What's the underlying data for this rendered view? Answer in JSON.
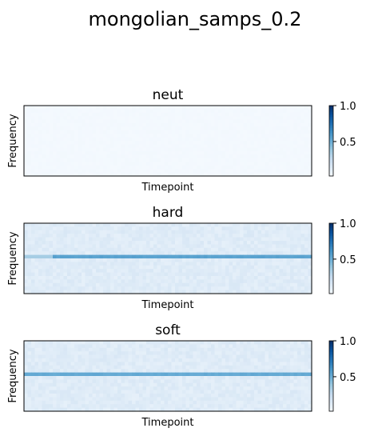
{
  "chart_data": {
    "title": "mongolian_samps_0.2",
    "type": "heatmap",
    "colormap": "Blues",
    "panels": [
      {
        "title": "neut",
        "xlabel": "Timepoint",
        "ylabel": "Frequency",
        "colorbar": {
          "ticks": [
            "1.0",
            "0.5"
          ],
          "range": [
            0.02,
            1.0
          ]
        },
        "rows": 20,
        "cols": 80,
        "background_value": 0.02,
        "noise": 0.005,
        "highlight_row": null,
        "highlight_value": null
      },
      {
        "title": "hard",
        "xlabel": "Timepoint",
        "ylabel": "Frequency",
        "colorbar": {
          "ticks": [
            "1.0",
            "0.5"
          ],
          "range": [
            0.02,
            1.0
          ]
        },
        "rows": 20,
        "cols": 80,
        "background_value": 0.12,
        "noise": 0.035,
        "highlight_row": 9,
        "highlight_value": 0.55,
        "highlight_start_value": 0.35,
        "highlight_start_cols": 8
      },
      {
        "title": "soft",
        "xlabel": "Timepoint",
        "ylabel": "Frequency",
        "colorbar": {
          "ticks": [
            "1.0",
            "0.5"
          ],
          "range": [
            0.02,
            1.0
          ]
        },
        "rows": 20,
        "cols": 80,
        "background_value": 0.12,
        "noise": 0.035,
        "highlight_row": 9,
        "highlight_value": 0.52,
        "highlight_start_value": 0.52,
        "highlight_start_cols": 0
      }
    ]
  }
}
